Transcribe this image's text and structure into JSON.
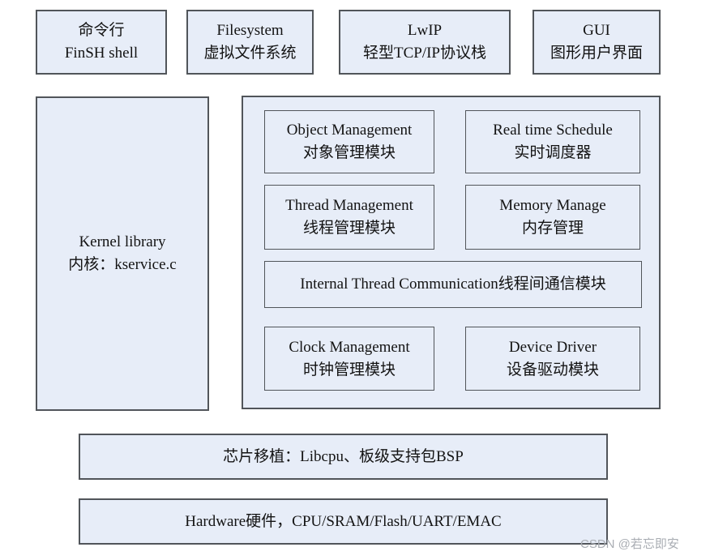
{
  "colors": {
    "background": "#ffffff",
    "box_fill": "#e7edf8",
    "box_border": "#51555a",
    "text": "#131313",
    "watermark": "#a9adb3"
  },
  "top_row": [
    {
      "line1": "命令行",
      "line2": "FinSH shell"
    },
    {
      "line1": "Filesystem",
      "line2": "虚拟文件系统"
    },
    {
      "line1": "LwIP",
      "line2": "轻型TCP/IP协议栈"
    },
    {
      "line1": "GUI",
      "line2": "图形用户界面"
    }
  ],
  "kernel_box": {
    "line1": "Kernel library",
    "line2": "内核：kservice.c"
  },
  "kernel_modules": [
    {
      "line1": "Object Management",
      "line2": "对象管理模块"
    },
    {
      "line1": "Real time Schedule",
      "line2": "实时调度器"
    },
    {
      "line1": "Thread Management",
      "line2": "线程管理模块"
    },
    {
      "line1": "Memory Manage",
      "line2": "内存管理"
    },
    {
      "line1": "Internal Thread Communication线程间通信模块"
    },
    {
      "line1": "Clock Management",
      "line2": "时钟管理模块"
    },
    {
      "line1": "Device Driver",
      "line2": "设备驱动模块"
    }
  ],
  "porting_bar": {
    "label": "芯片移植：Libcpu、板级支持包BSP"
  },
  "hardware_bar": {
    "label": "Hardware硬件，CPU/SRAM/Flash/UART/EMAC"
  },
  "watermark": {
    "label": "CSDN @若忘即安"
  }
}
